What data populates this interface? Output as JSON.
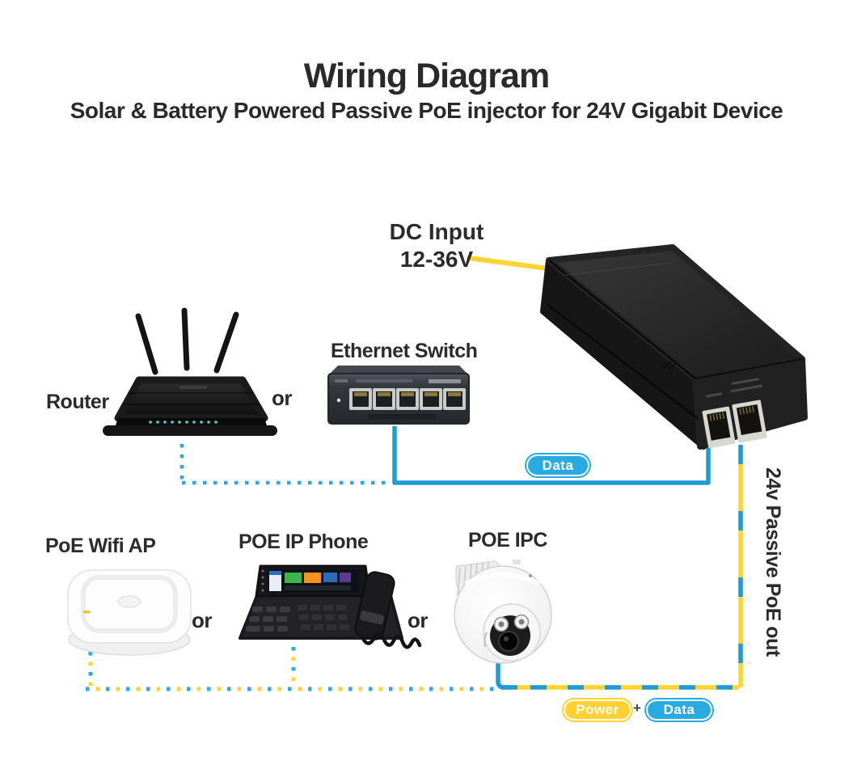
{
  "title": "Wiring Diagram",
  "subtitle": "Solar & Battery Powered Passive PoE injector for 24V Gigabit Device",
  "labels": {
    "dc_input_line1": "DC Input",
    "dc_input_line2": "12-36V",
    "router": "Router",
    "or1": "or",
    "ethernet_switch": "Ethernet Switch",
    "poe_wifi_ap": "PoE Wifi AP",
    "or2": "or",
    "poe_ip_phone": "POE IP Phone",
    "or3": "or",
    "poe_ipc": "POE IPC",
    "poe_out": "24v Passive PoE out",
    "plus": "+"
  },
  "badges": {
    "data_top": "Data",
    "power": "Power",
    "data_bottom": "Data"
  },
  "colors": {
    "wire_blue_solid": "#1E9CD7",
    "wire_blue_dots": "#2FA8DC",
    "wire_yellow": "#FFD42E",
    "badge_blue": "#29ABE2",
    "badge_yellow": "#FFD231",
    "heading_text": "#2A2A2A"
  },
  "devices": {
    "injector": "Passive PoE injector (2 RJ45 ports: LAN in, PoE out)",
    "router": "Wireless router with 3 antennas",
    "switch": "5-port Ethernet switch",
    "ap": "Ceiling PoE WiFi access point",
    "phone": "PoE IP desk phone",
    "camera": "PoE IP dome camera"
  }
}
